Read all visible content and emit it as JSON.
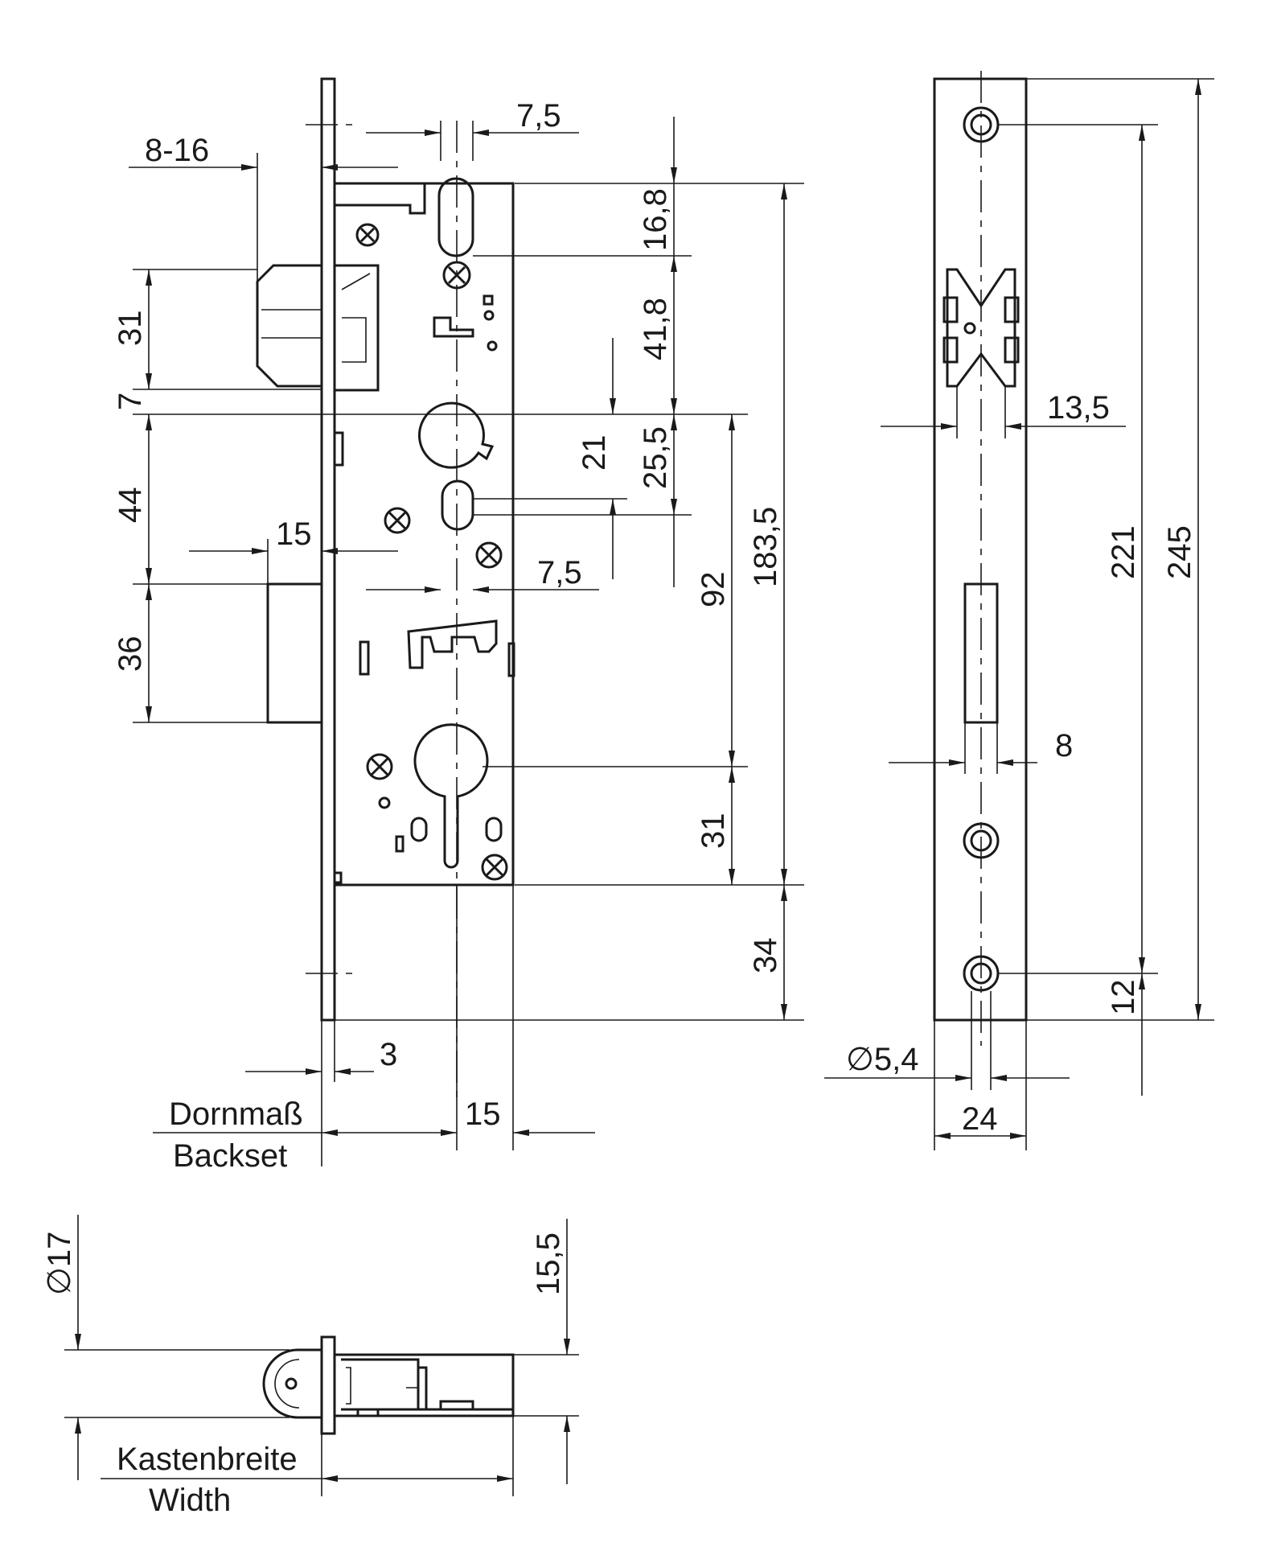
{
  "front_view": {
    "dim_top_7_5": "7,5",
    "dim_8_16": "8-16",
    "dim_16_8": "16,8",
    "dim_41_8": "41,8",
    "dim_31_latch": "31",
    "dim_7": "7",
    "dim_21": "21",
    "dim_25_5": "25,5",
    "dim_44": "44",
    "dim_15_bolt": "15",
    "dim_mid_7_5": "7,5",
    "dim_92": "92",
    "dim_183_5": "183,5",
    "dim_36": "36",
    "dim_31_cyl": "31",
    "dim_34": "34",
    "dim_3": "3",
    "dim_15_backset": "15",
    "label_dornmass": "Dornmaß",
    "label_backset": "Backset"
  },
  "faceplate_view": {
    "dim_13_5": "13,5",
    "dim_221": "221",
    "dim_245": "245",
    "dim_8": "8",
    "dim_12": "12",
    "dim_dia_5_4": "∅5,4",
    "dim_24": "24"
  },
  "top_view": {
    "dim_dia_17": "∅17",
    "dim_15_5": "15,5",
    "label_kastenbreite": "Kastenbreite",
    "label_width": "Width"
  }
}
